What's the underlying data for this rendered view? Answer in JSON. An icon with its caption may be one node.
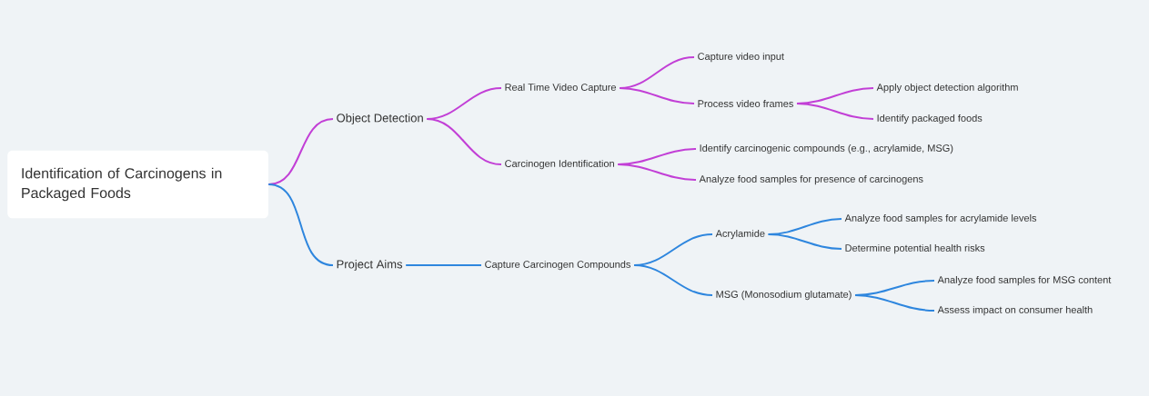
{
  "diagram": {
    "nodes": [
      {
        "text": [
          "Identification of Carcinogens in Packaged Foods"
        ]
      },
      {
        "text": [
          "Object Detection"
        ]
      },
      {
        "text": [
          "Real Time Video Capture"
        ]
      },
      {
        "text": [
          "Capture video input"
        ]
      },
      {
        "text": [
          "Process video frames"
        ]
      },
      {
        "text": [
          "Apply object detection algorithm"
        ]
      },
      {
        "text": [
          "Identify packaged foods"
        ]
      },
      {
        "text": [
          "Carcinogen Identification"
        ]
      },
      {
        "text": [
          "Identify carcinogenic compounds (e.g., acrylamide, MSG)"
        ]
      },
      {
        "text": [
          "Analyze food samples for presence of carcinogens"
        ]
      },
      {
        "text": [
          "Project Aims"
        ]
      },
      {
        "text": [
          "Capture Carcinogen Compounds"
        ]
      },
      {
        "text": [
          "Acrylamide"
        ]
      },
      {
        "text": [
          "Analyze food samples for acrylamide levels"
        ]
      },
      {
        "text": [
          "Determine potential health risks"
        ]
      },
      {
        "text": [
          "MSG (Monosodium glutamate)"
        ]
      },
      {
        "text": [
          "Analyze food samples for MSG content"
        ]
      },
      {
        "text": [
          "Assess impact on consumer health"
        ]
      }
    ],
    "edges": [
      {
        "from": 0,
        "to": 1,
        "arrow": "none"
      },
      {
        "from": 1,
        "to": 2,
        "arrow": "none"
      },
      {
        "from": 2,
        "to": 3,
        "arrow": "none"
      },
      {
        "from": 2,
        "to": 4,
        "arrow": "none"
      },
      {
        "from": 4,
        "to": 5,
        "arrow": "none"
      },
      {
        "from": 4,
        "to": 6,
        "arrow": "none"
      },
      {
        "from": 1,
        "to": 7,
        "arrow": "none"
      },
      {
        "from": 7,
        "to": 8,
        "arrow": "none"
      },
      {
        "from": 7,
        "to": 9,
        "arrow": "none"
      },
      {
        "from": 0,
        "to": 10,
        "arrow": "none",
        "color": "#2e86de"
      },
      {
        "from": 10,
        "to": 11,
        "arrow": "none",
        "color": "#2e86de"
      },
      {
        "from": 11,
        "to": 12,
        "arrow": "none",
        "color": "#2e86de"
      },
      {
        "from": 12,
        "to": 13,
        "arrow": "none",
        "color": "#2e86de"
      },
      {
        "from": 12,
        "to": 14,
        "arrow": "none",
        "color": "#2e86de"
      },
      {
        "from": 11,
        "to": 15,
        "arrow": "none",
        "color": "#2e86de"
      },
      {
        "from": 15,
        "to": 16,
        "arrow": "none",
        "color": "#2e86de"
      },
      {
        "from": 15,
        "to": 17,
        "arrow": "none",
        "color": "#2e86de"
      }
    ]
  }
}
